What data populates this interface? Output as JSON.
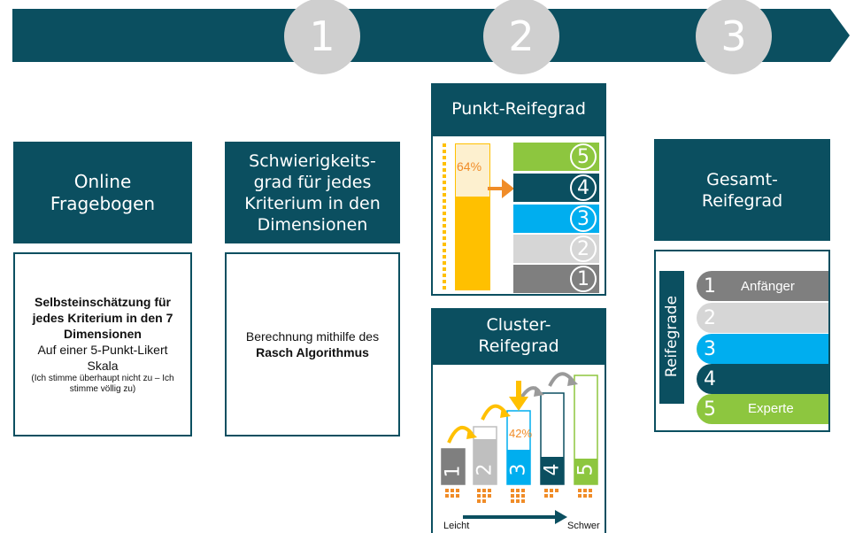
{
  "banner": {
    "steps": [
      "1",
      "2",
      "3"
    ]
  },
  "col_online": {
    "title": "Online Fragebogen",
    "desc_bold": "Selbsteinschätzung für jedes Kriterium in den 7 Dimensionen",
    "desc_normal": "Auf einer 5-Punkt-Likert Skala",
    "desc_small": "(Ich stimme überhaupt nicht zu – Ich stimme völlig zu)"
  },
  "col_difficulty": {
    "title": "Schwierigkeits-grad für jedes Kriterium in den Dimensionen",
    "desc_pre": "Berechnung mithilfe des",
    "desc_bold": "Rasch Algorithmus"
  },
  "col_point": {
    "title": "Punkt-Reifegrad",
    "percent": "64%",
    "fill_fraction": 0.64,
    "levels": [
      "5",
      "4",
      "3",
      "2",
      "1"
    ]
  },
  "col_cluster": {
    "title": "Cluster-Reifegrad",
    "percent": "42%",
    "bars": [
      "1",
      "2",
      "3",
      "4",
      "5"
    ],
    "axis_left": "Leicht",
    "axis_right": "Schwer"
  },
  "col_total": {
    "title": "Gesamt-Reifegrad",
    "vertical_label": "Reifegrade",
    "levels": [
      "1",
      "2",
      "3",
      "4",
      "5"
    ],
    "label_first": "Anfänger",
    "label_last": "Experte"
  },
  "colors": {
    "teal": "#0b4f60",
    "green": "#8dc63f",
    "blue": "#00aeef",
    "yellow": "#ffc000",
    "orange": "#f08c28",
    "light_gray": "#d6d6d6",
    "dark_gray": "#7f7f7f"
  }
}
